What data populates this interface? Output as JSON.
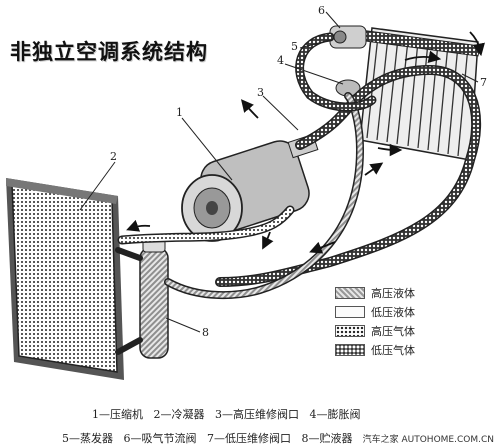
{
  "title": "非独立空调系统结构",
  "legend": [
    {
      "label": "高压液体",
      "pattern": "hatch-gray"
    },
    {
      "label": "低压液体",
      "pattern": "plain-white"
    },
    {
      "label": "高压气体",
      "pattern": "dots-dark-on-white"
    },
    {
      "label": "低压气体",
      "pattern": "dots-white-on-dark"
    }
  ],
  "callouts": {
    "row1": [
      "1—压缩机",
      "2—冷凝器",
      "3—高压维修阀口",
      "4—膨胀阀"
    ],
    "row2": [
      "5—蒸发器",
      "6—吸气节流阀",
      "7—低压维修阀口",
      "8—贮液器"
    ]
  },
  "numbers": [
    "1",
    "2",
    "3",
    "4",
    "5",
    "6",
    "7",
    "8"
  ],
  "watermark": "汽车之家 AUTOHOME.COM.CN",
  "colors": {
    "line": "#222222",
    "hatch": "#9a9a9a",
    "paper": "#ffffff"
  }
}
